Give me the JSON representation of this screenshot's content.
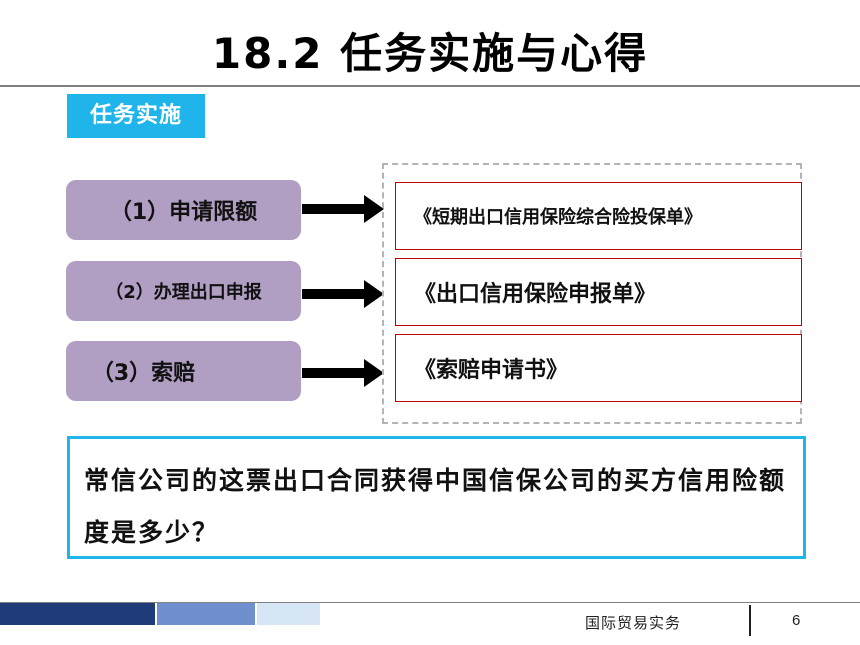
{
  "slide": {
    "title": "18.2 任务实施与心得",
    "section_tag": "任务实施",
    "steps": [
      {
        "label": "（1）申请限额",
        "document": "《短期出口信用保险综合险投保单》"
      },
      {
        "label": "（2）办理出口申报",
        "document": "《出口信用保险申报单》"
      },
      {
        "label": "（3）索赔",
        "document": "《索赔申请书》"
      }
    ],
    "question": "常信公司的这票出口合同获得中国信保公司的买方信用险额度是多少？"
  },
  "footer": {
    "course_name": "国际贸易实务",
    "page_number": "6"
  },
  "colors": {
    "accent_blue": "#1fb4ea",
    "step_purple": "#b09ec3",
    "doc_border_red": "#c00000",
    "footer_dark_blue": "#1f3b7a",
    "footer_mid_blue": "#6f8fcf",
    "footer_light_blue": "#d6e6f5"
  }
}
